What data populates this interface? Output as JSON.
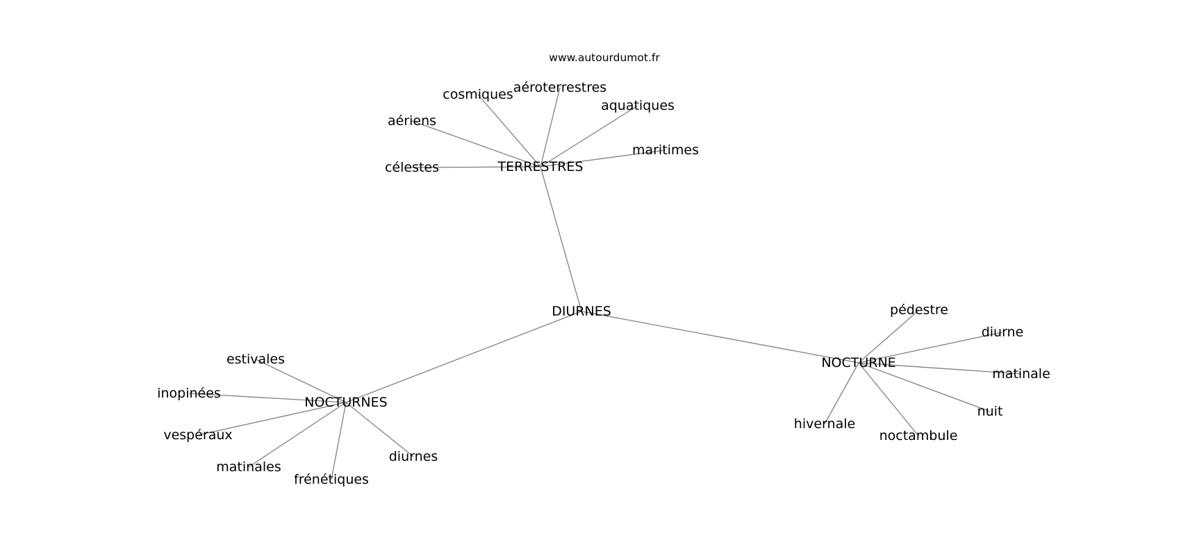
{
  "watermark": "www.autourdumot.fr",
  "graph": {
    "nodes": [
      {
        "id": "diurnes_center",
        "label": "DIURNES"
      },
      {
        "id": "terrestres",
        "label": "TERRESTRES"
      },
      {
        "id": "nocturnes",
        "label": "NOCTURNES"
      },
      {
        "id": "nocturne",
        "label": "NOCTURNE"
      },
      {
        "id": "cosmiques",
        "label": "cosmiques"
      },
      {
        "id": "aeroterrestres",
        "label": "aéroterrestres"
      },
      {
        "id": "aquatiques",
        "label": "aquatiques"
      },
      {
        "id": "aeriens",
        "label": "aériens"
      },
      {
        "id": "maritimes",
        "label": "maritimes"
      },
      {
        "id": "celestes",
        "label": "célestes"
      },
      {
        "id": "estivales",
        "label": "estivales"
      },
      {
        "id": "inopinees",
        "label": "inopinées"
      },
      {
        "id": "vesperaux",
        "label": "vespéraux"
      },
      {
        "id": "matinales",
        "label": "matinales"
      },
      {
        "id": "frenetiques",
        "label": "frénétiques"
      },
      {
        "id": "diurnes_leaf",
        "label": "diurnes"
      },
      {
        "id": "pedestre",
        "label": "pédestre"
      },
      {
        "id": "diurne",
        "label": "diurne"
      },
      {
        "id": "matinale",
        "label": "matinale"
      },
      {
        "id": "nuit",
        "label": "nuit"
      },
      {
        "id": "hivernale",
        "label": "hivernale"
      },
      {
        "id": "noctambule",
        "label": "noctambule"
      }
    ],
    "edges": [
      [
        "diurnes_center",
        "terrestres"
      ],
      [
        "diurnes_center",
        "nocturnes"
      ],
      [
        "diurnes_center",
        "nocturne"
      ],
      [
        "terrestres",
        "cosmiques"
      ],
      [
        "terrestres",
        "aeroterrestres"
      ],
      [
        "terrestres",
        "aquatiques"
      ],
      [
        "terrestres",
        "aeriens"
      ],
      [
        "terrestres",
        "maritimes"
      ],
      [
        "terrestres",
        "celestes"
      ],
      [
        "nocturnes",
        "estivales"
      ],
      [
        "nocturnes",
        "inopinees"
      ],
      [
        "nocturnes",
        "vesperaux"
      ],
      [
        "nocturnes",
        "matinales"
      ],
      [
        "nocturnes",
        "frenetiques"
      ],
      [
        "nocturnes",
        "diurnes_leaf"
      ],
      [
        "nocturne",
        "pedestre"
      ],
      [
        "nocturne",
        "diurne"
      ],
      [
        "nocturne",
        "matinale"
      ],
      [
        "nocturne",
        "nuit"
      ],
      [
        "nocturne",
        "hivernale"
      ],
      [
        "nocturne",
        "noctambule"
      ]
    ]
  }
}
